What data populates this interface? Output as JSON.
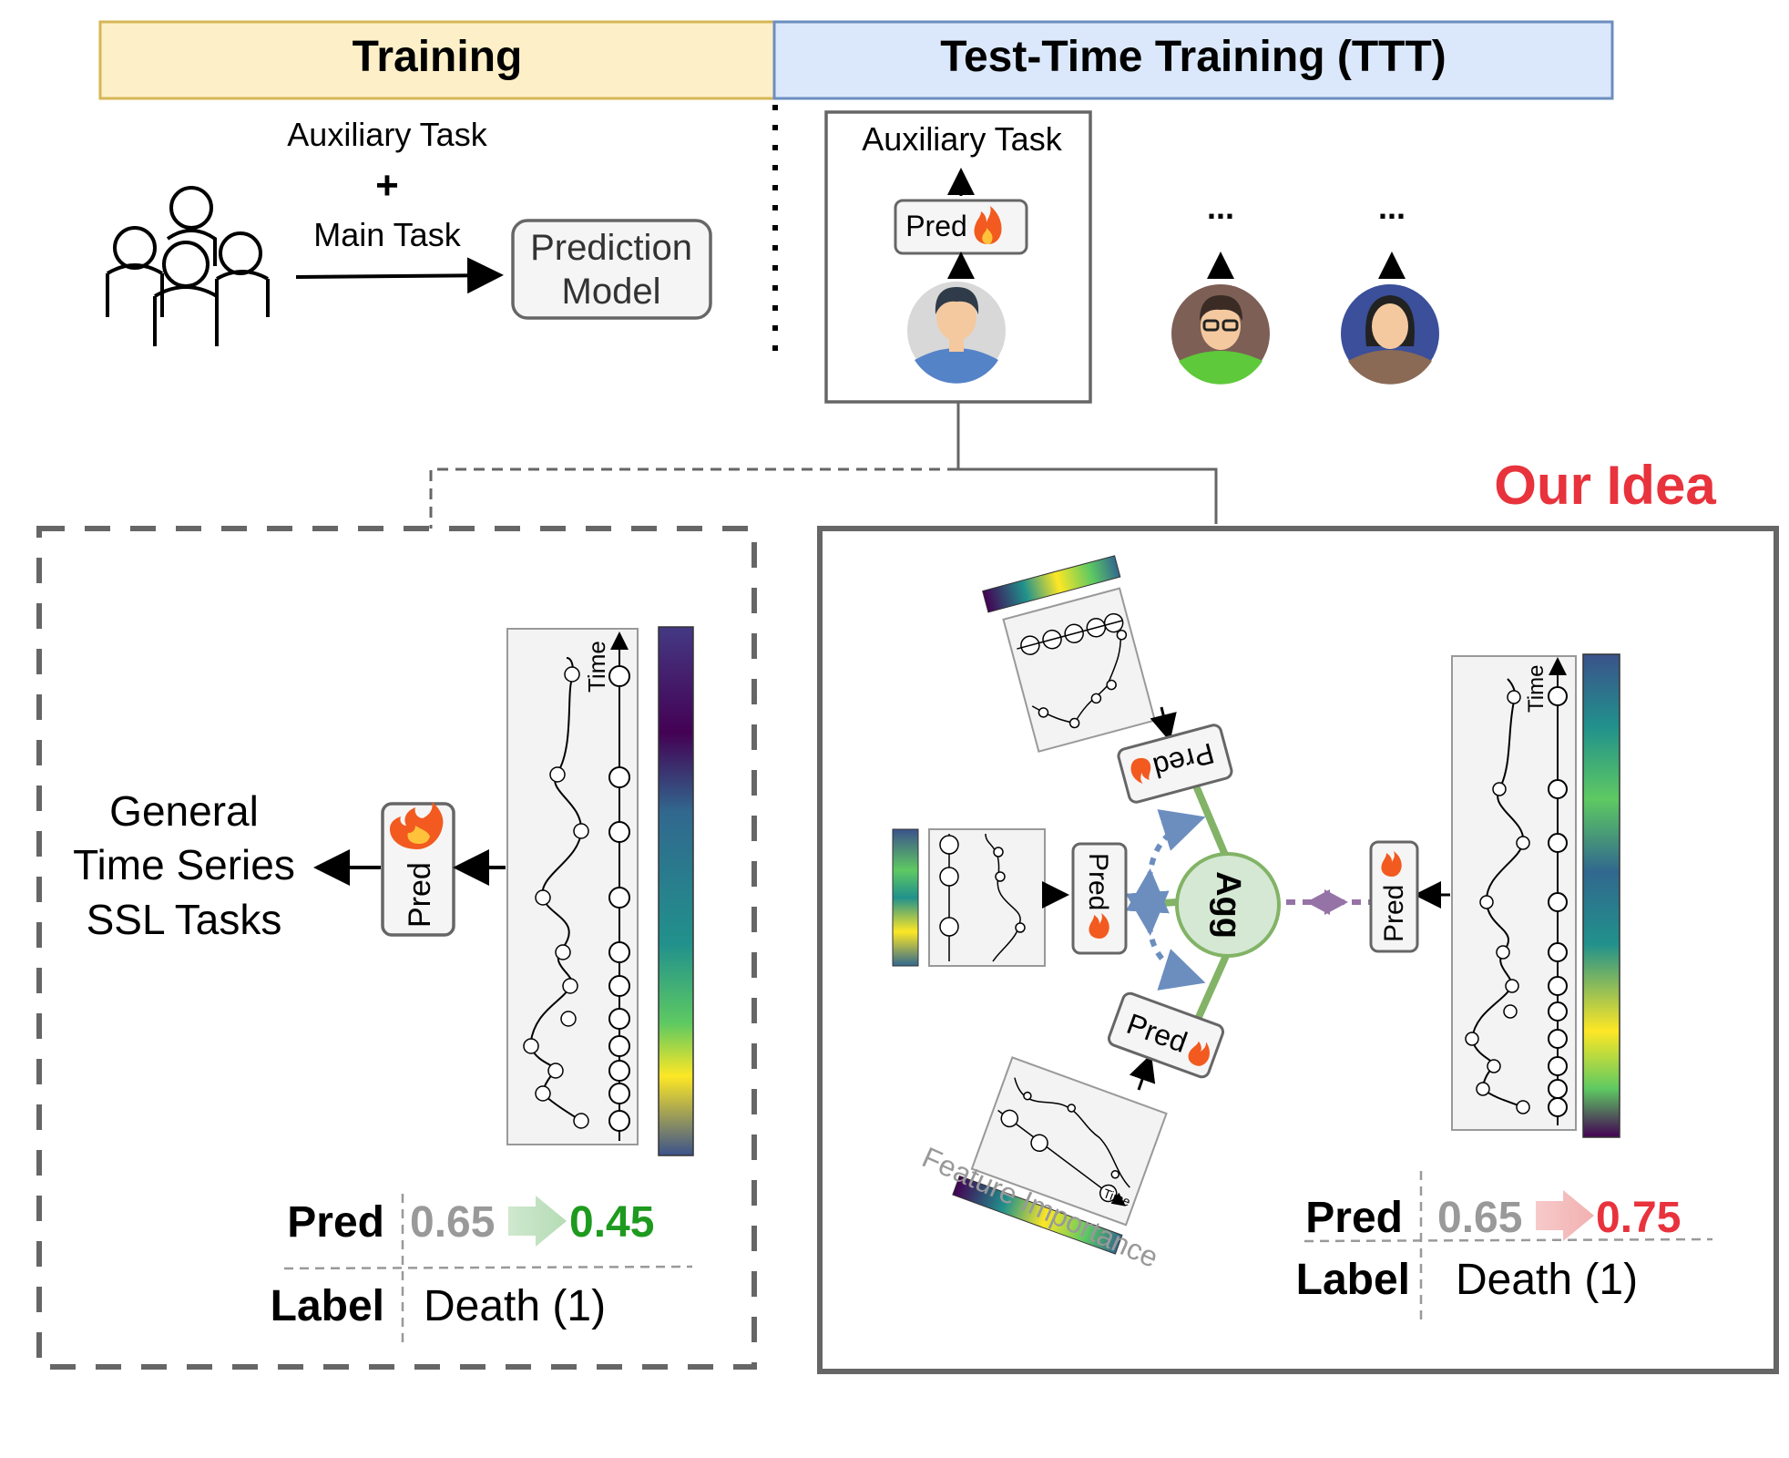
{
  "header": {
    "training_label": "Training",
    "ttt_label": "Test-Time Training (TTT)"
  },
  "training": {
    "auxiliary_task": "Auxiliary Task",
    "plus": "+",
    "main_task": "Main Task",
    "model_line1": "Prediction",
    "model_line2": "Model"
  },
  "ttt": {
    "auxiliary_task": "Auxiliary Task",
    "pred_label": "Pred",
    "ellipsis": "..."
  },
  "left_panel": {
    "ssl_line1": "General",
    "ssl_line2": "Time Series",
    "ssl_line3": "SSL Tasks",
    "pred_label": "Pred",
    "time_label": "Time",
    "result_pred_label": "Pred",
    "pred_before": "0.65",
    "pred_after": "0.45",
    "label_label": "Label",
    "label_value": "Death (1)"
  },
  "right_panel": {
    "title": "Our Idea",
    "agg_label": "Agg",
    "pred_label": "Pred",
    "time_label": "Time",
    "feature_importance": "Feature Importance",
    "result_pred_label": "Pred",
    "pred_before": "0.65",
    "pred_after": "0.75",
    "label_label": "Label",
    "label_value": "Death (1)"
  },
  "colors": {
    "training_bg": "#fdf0c8",
    "training_border": "#d6b656",
    "ttt_bg": "#dbe8fb",
    "ttt_border": "#6c8ebf",
    "accent_red": "#e8323c",
    "accent_green": "#1e9a1e",
    "agg_green": "#82b366",
    "dashed_blue": "#6c8ebf",
    "dashed_purple": "#9673a6"
  }
}
